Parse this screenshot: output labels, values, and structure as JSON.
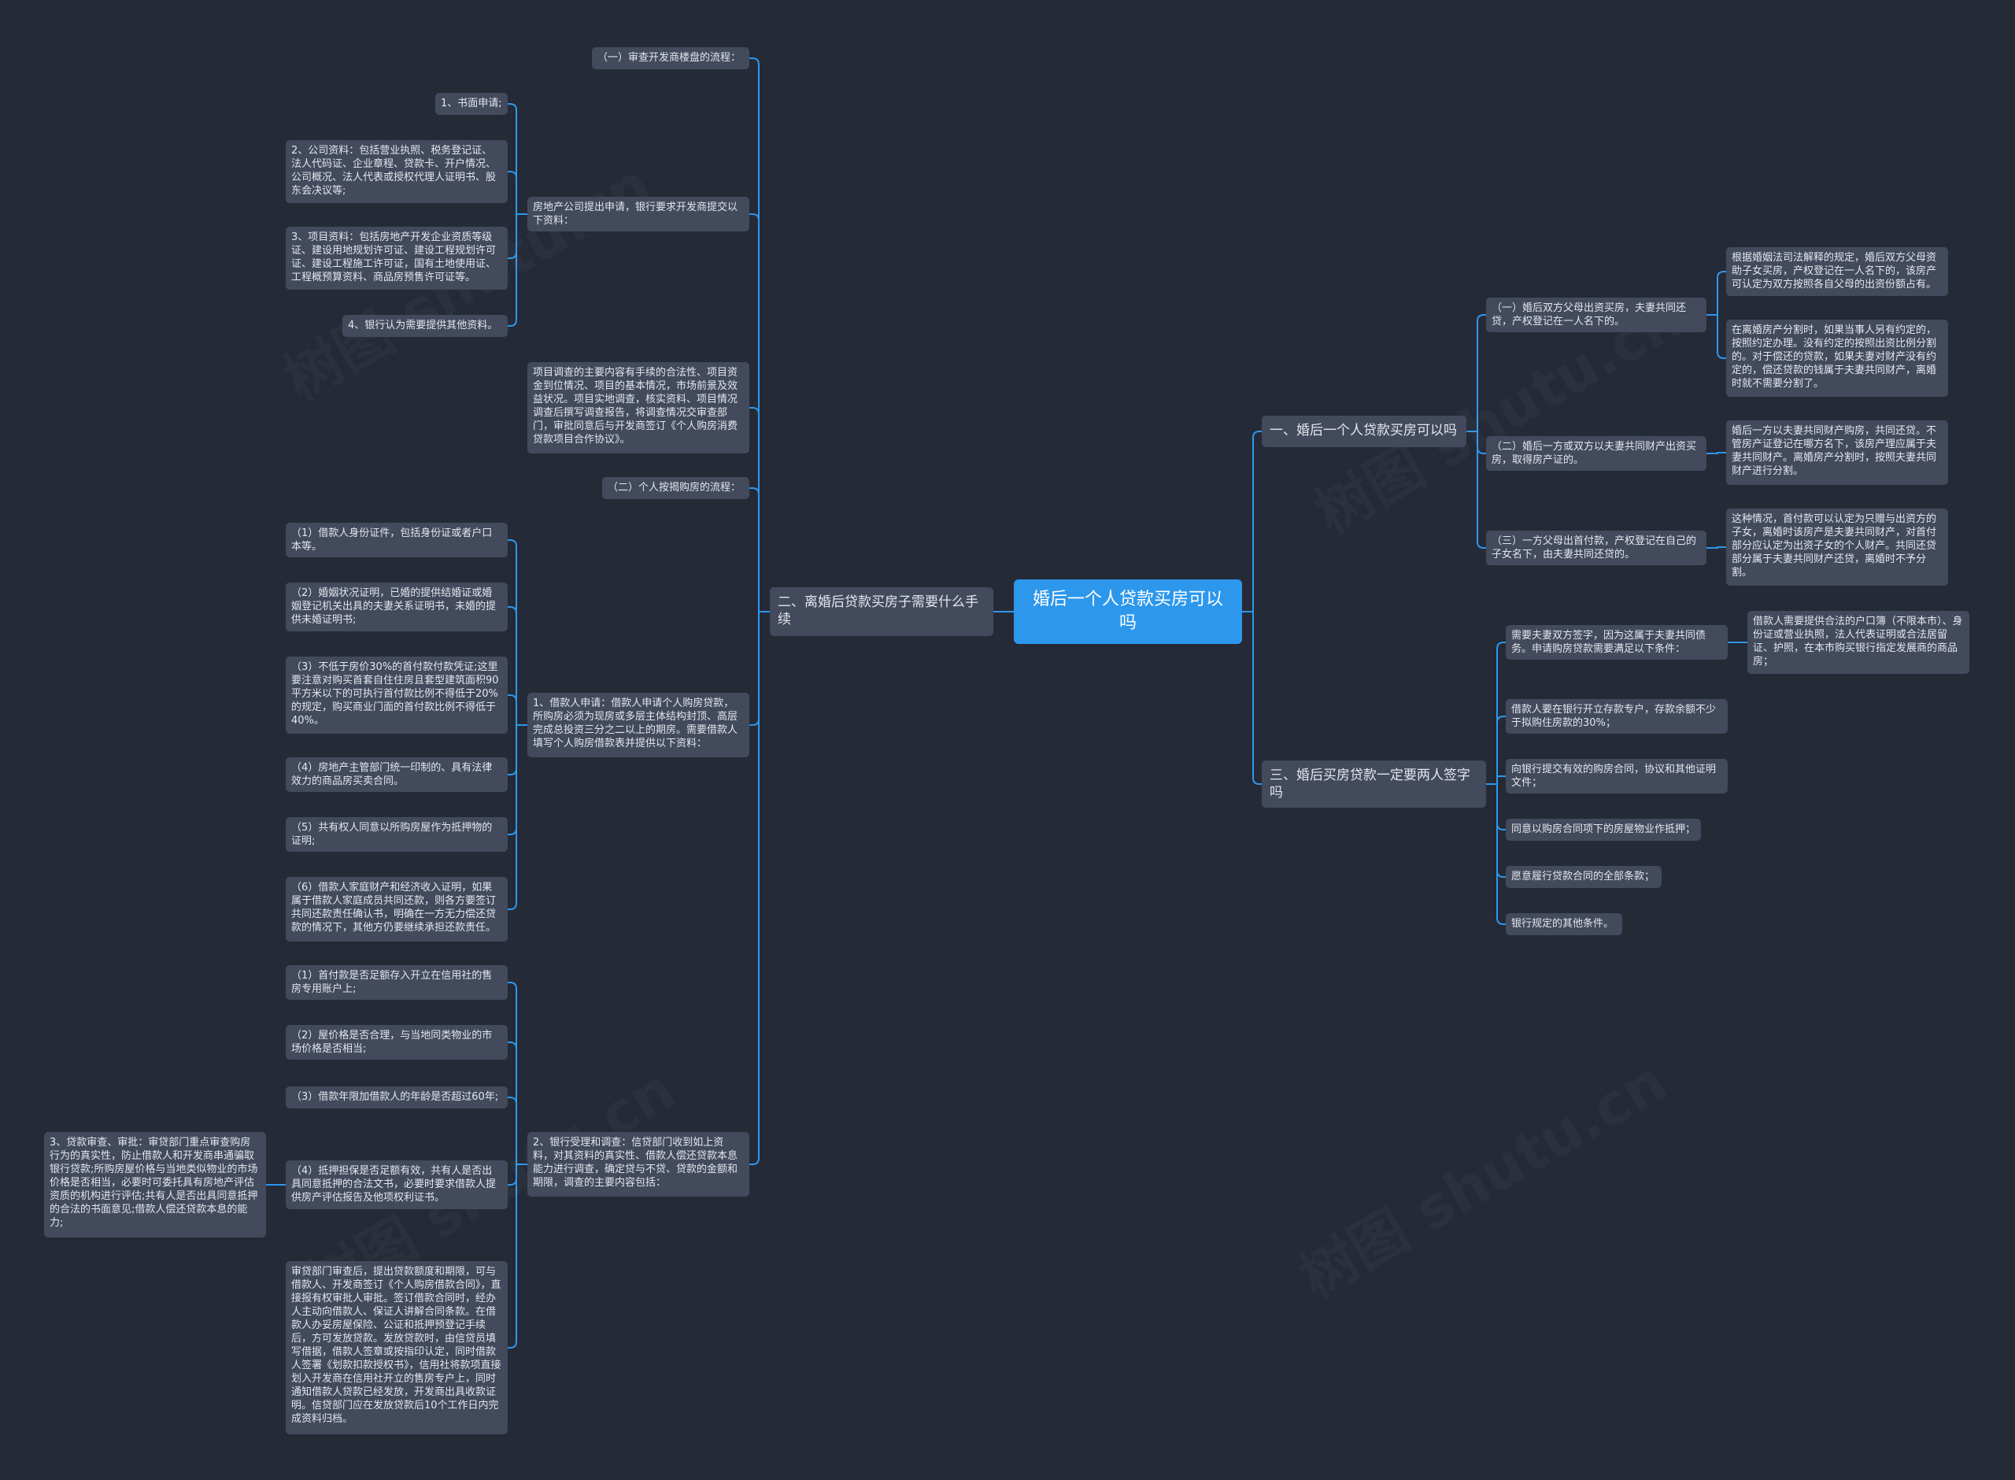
{
  "root": {
    "label": "婚后一个人贷款买房可以吗"
  },
  "branches": {
    "b1": {
      "label": "一、婚后一个人贷款买房可以吗"
    },
    "b1_1": {
      "label": "（一）婚后双方父母出资买房，夫妻共同还贷，产权登记在一人名下的。"
    },
    "b1_1a": {
      "label": "根据婚姻法司法解释的规定，婚后双方父母资助子女买房，产权登记在一人名下的，该房产可认定为双方按照各自父母的出资份额占有。"
    },
    "b1_1b": {
      "label": "在离婚房产分割时，如果当事人另有约定的，按照约定办理。没有约定的按照出资比例分割的。对于偿还的贷款，如果夫妻对财产没有约定的，偿还贷款的钱属于夫妻共同财产，离婚时就不需要分割了。"
    },
    "b1_2": {
      "label": "（二）婚后一方或双方以夫妻共同财产出资买房，取得房产证的。"
    },
    "b1_2a": {
      "label": "婚后一方以夫妻共同财产购房，共同还贷。不管房产证登记在哪方名下，该房产理应属于夫妻共同财产。离婚房产分割时，按照夫妻共同财产进行分割。"
    },
    "b1_3": {
      "label": "（三）一方父母出首付款，产权登记在自己的子女名下，由夫妻共同还贷的。"
    },
    "b1_3a": {
      "label": "这种情况，首付款可以认定为只赠与出资方的子女，离婚时该房产是夫妻共同财产，对首付部分应认定为出资子女的个人财产。共同还贷部分属于夫妻共同财产还贷，离婚时不予分割。"
    },
    "b3": {
      "label": "三、婚后买房贷款一定要两人签字吗"
    },
    "b3_1": {
      "label": "需要夫妻双方签字，因为这属于夫妻共同债务。申请购房贷款需要满足以下条件："
    },
    "b3_1a": {
      "label": "借款人需要提供合法的户口簿（不限本市）、身份证或营业执照，法人代表证明或合法居留证、护照，在本市购买银行指定发展商的商品房；"
    },
    "b3_2": {
      "label": "借款人要在银行开立存款专户，存款余额不少于拟购住房款的30%；"
    },
    "b3_3": {
      "label": "向银行提交有效的购房合同，协议和其他证明文件；"
    },
    "b3_4": {
      "label": "同意以购房合同项下的房屋物业作抵押；"
    },
    "b3_5": {
      "label": "愿意履行贷款合同的全部条款；"
    },
    "b3_6": {
      "label": "银行规定的其他条件。"
    },
    "b2": {
      "label": "二、离婚后贷款买房子需要什么手续"
    },
    "b2_1": {
      "label": "（一）审查开发商楼盘的流程："
    },
    "b2_2": {
      "label": "房地产公司提出申请，银行要求开发商提交以下资料："
    },
    "b2_2a": {
      "label": "1、书面申请;"
    },
    "b2_2b": {
      "label": "2、公司资料：包括营业执照、税务登记证、法人代码证、企业章程、贷款卡、开户情况、公司概况、法人代表或授权代理人证明书、股东会决议等;"
    },
    "b2_2c": {
      "label": "3、项目资料：包括房地产开发企业资质等级证、建设用地规划许可证、建设工程规划许可证、建设工程施工许可证，国有土地使用证、工程概预算资料、商品房预售许可证等。"
    },
    "b2_2d": {
      "label": "4、银行认为需要提供其他资料。"
    },
    "b2_3": {
      "label": "项目调查的主要内容有手续的合法性、项目资金到位情况、项目的基本情况，市场前景及效益状况。项目实地调查，核实资料、项目情况调查后撰写调查报告，将调查情况交审查部门，审批同意后与开发商签订《个人购房消费贷款项目合作协议》。"
    },
    "b2_4": {
      "label": "（二）个人按揭购房的流程："
    },
    "b2_5": {
      "label": "1、借款人申请：借款人申请个人购房贷款，所购房必须为现房或多层主体结构封顶、高层完成总投资三分之二以上的期房。需要借款人填写个人购房借款表并提供以下资料："
    },
    "b2_5a": {
      "label": "（1）借款人身份证件，包括身份证或者户口本等。"
    },
    "b2_5b": {
      "label": "（2）婚姻状况证明，已婚的提供结婚证或婚姻登记机关出具的夫妻关系证明书，未婚的提供未婚证明书;"
    },
    "b2_5c": {
      "label": "（3）不低于房价30%的首付款付款凭证;这里要注意对购买首套自住住房且套型建筑面积90平方米以下的可执行首付款比例不得低于20%的规定，购买商业门面的首付款比例不得低于40%。"
    },
    "b2_5d": {
      "label": "（4）房地产主管部门统一印制的、具有法律效力的商品房买卖合同。"
    },
    "b2_5e": {
      "label": "（5）共有权人同意以所购房屋作为抵押物的证明;"
    },
    "b2_5f": {
      "label": "（6）借款人家庭财产和经济收入证明，如果属于借款人家庭成员共同还款，则各方要签订共同还款责任确认书，明确在一方无力偿还贷款的情况下，其他方仍要继续承担还款责任。"
    },
    "b2_6": {
      "label": "2、银行受理和调查：信贷部门收到如上资料，对其资料的真实性、借款人偿还贷款本息能力进行调查，确定贷与不贷、贷款的金额和期限，调查的主要内容包括："
    },
    "b2_6a": {
      "label": "（1）首付款是否足额存入开立在信用社的售房专用账户上;"
    },
    "b2_6b": {
      "label": "（2）屋价格是否合理，与当地同类物业的市场价格是否相当;"
    },
    "b2_6c": {
      "label": "（3）借款年限加借款人的年龄是否超过60年;"
    },
    "b2_6d": {
      "label": "（4）抵押担保是否足额有效，共有人是否出具同意抵押的合法文书，必要时要求借款人提供房产评估报告及他项权利证书。"
    },
    "b2_6d1": {
      "label": "3、贷款审查、审批：审贷部门重点审查购房行为的真实性，防止借款人和开发商串通骗取银行贷款;所购房屋价格与当地类似物业的市场价格是否相当，必要时可委托具有房地产评估资质的机构进行评估;共有人是否出具同意抵押的合法的书面意见;借款人偿还贷款本息的能力;"
    },
    "b2_6e": {
      "label": "审贷部门审查后，提出贷款额度和期限，可与借款人、开发商签订《个人购房借款合同》，直接报有权审批人审批。签订借款合同时，经办人主动向借款人、保证人讲解合同条款。在借款人办妥房屋保险、公证和抵押预登记手续后，方可发放贷款。发放贷款时，由信贷员填写借据，借款人签章或按指印认定，同时借款人签署《划款扣款授权书》，信用社将款项直接划入开发商在信用社开立的售房专户上，同时通知借款人贷款已经发放，开发商出具收款证明。信贷部门应在发放贷款后10个工作日内完成资料归档。"
    }
  },
  "colors": {
    "background": "#252a37",
    "node": "#424a5c",
    "root": "#2d97ec",
    "line": "#2d97ec",
    "text": "#e4e7ee"
  }
}
